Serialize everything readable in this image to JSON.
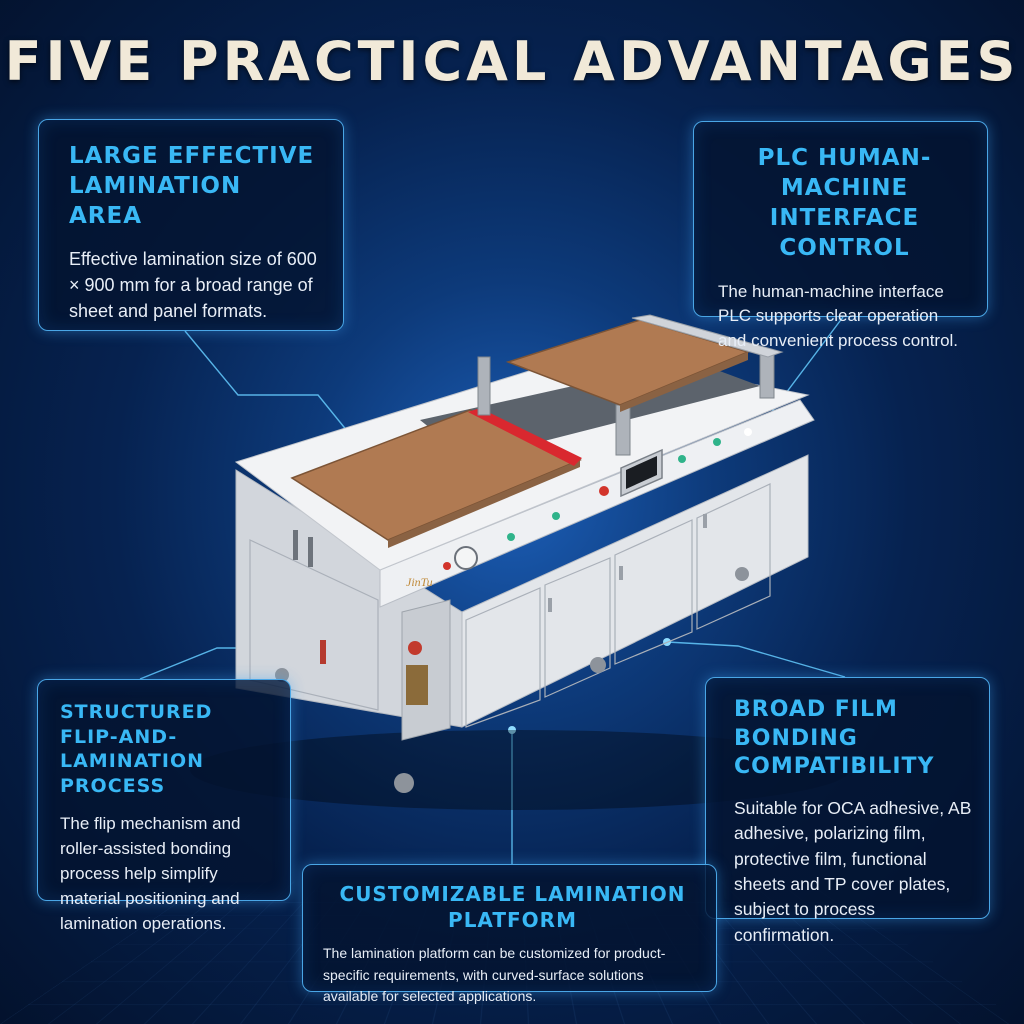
{
  "header": {
    "title": "FIVE PRACTICAL ADVANTAGES"
  },
  "cards": [
    {
      "title": "LARGE EFFECTIVE LAMINATION AREA",
      "text": "Effective lamination size of 600 × 900 mm for a broad range of sheet and panel formats."
    },
    {
      "title": "PLC HUMAN-MACHINE INTERFACE CONTROL",
      "text": "The human-machine interface PLC supports clear operation and convenient process control."
    },
    {
      "title": "STRUCTURED FLIP-AND-LAMINATION PROCESS",
      "text": "The flip mechanism and roller-assisted bonding process help simplify material positioning and lamination operations."
    },
    {
      "title": "BROAD FILM BONDING COMPATIBILITY",
      "text": "Suitable for OCA adhesive, AB adhesive, polarizing film, protective film, functional sheets and TP cover plates, subject to process confirmation."
    },
    {
      "title": "CUSTOMIZABLE LAMINATION PLATFORM",
      "text": "The lamination platform can be customized for product-specific requirements, with curved-surface solutions available for selected applications."
    }
  ],
  "machine": {
    "logo_text": "JinTu"
  },
  "colors": {
    "accent": "#39b8f5",
    "title": "#f1e9d8",
    "background": "#062250",
    "platen": "#b07a52",
    "machine_body": "#e9ebee"
  }
}
